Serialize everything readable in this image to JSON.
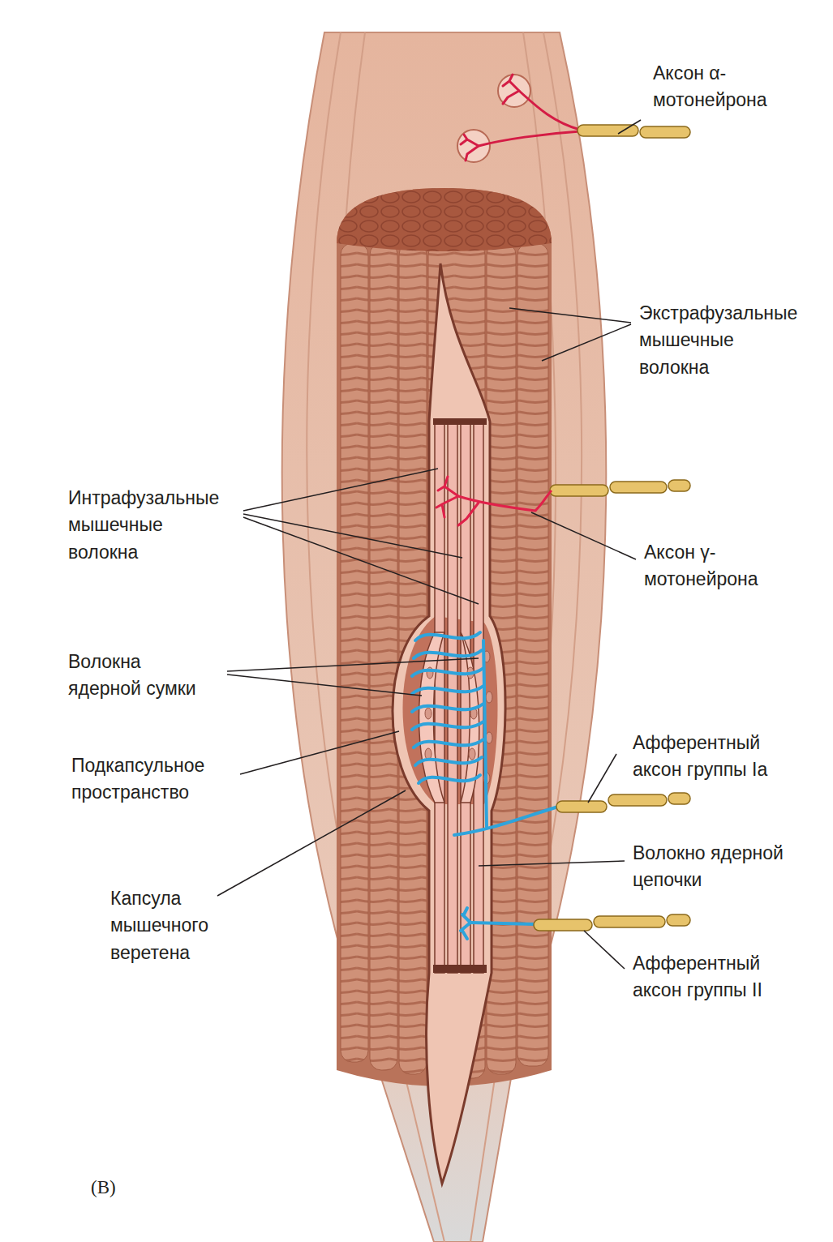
{
  "diagram": {
    "labels": [
      "Аксон α-мотонейрона",
      "Экстрафузальные мышечные волокна",
      "Интрафузальные мышечные волокна",
      "Аксон γ-мотонейрона",
      "Волокна ядерной сумки",
      "Подкапсульное пространство",
      "Афферентный аксон группы Ia",
      "Волокно ядерной цепочки",
      "Капсула мышечного веретена",
      "Афферентный аксон группы II",
      "(B)"
    ]
  }
}
